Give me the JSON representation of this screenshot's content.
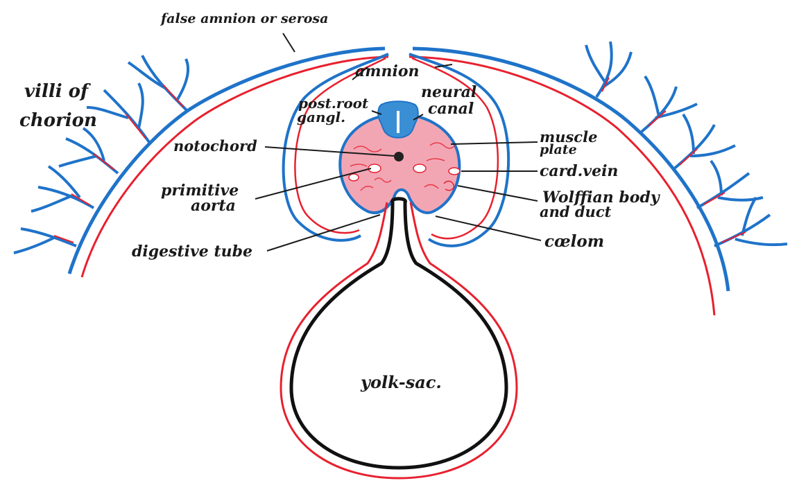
{
  "diagram": {
    "labels": {
      "serosa": "false amnion or serosa",
      "amnion": "amnion",
      "villi_1": "villi of",
      "villi_2": "chorion",
      "post_root_1": "post.root",
      "post_root_2": "gangl.",
      "neural_1": "neural",
      "neural_2": "canal",
      "notochord": "notochord",
      "muscle_1": "muscle",
      "muscle_2": "plate",
      "card_vein": "card.vein",
      "primitive_1": "primitive",
      "primitive_2": "aorta",
      "wolffian_1": "Wolffian body",
      "wolffian_2": "and duct",
      "digestive": "digestive tube",
      "coelom": "cœlom",
      "yolk_sac": "yolk-sac."
    },
    "colors": {
      "ectoderm": "#1f73c9",
      "mesoderm": "#e8202e",
      "endoderm": "#111111",
      "tissue_fill": "#f2a6b4",
      "neural_fill": "#3a8fd4"
    }
  }
}
